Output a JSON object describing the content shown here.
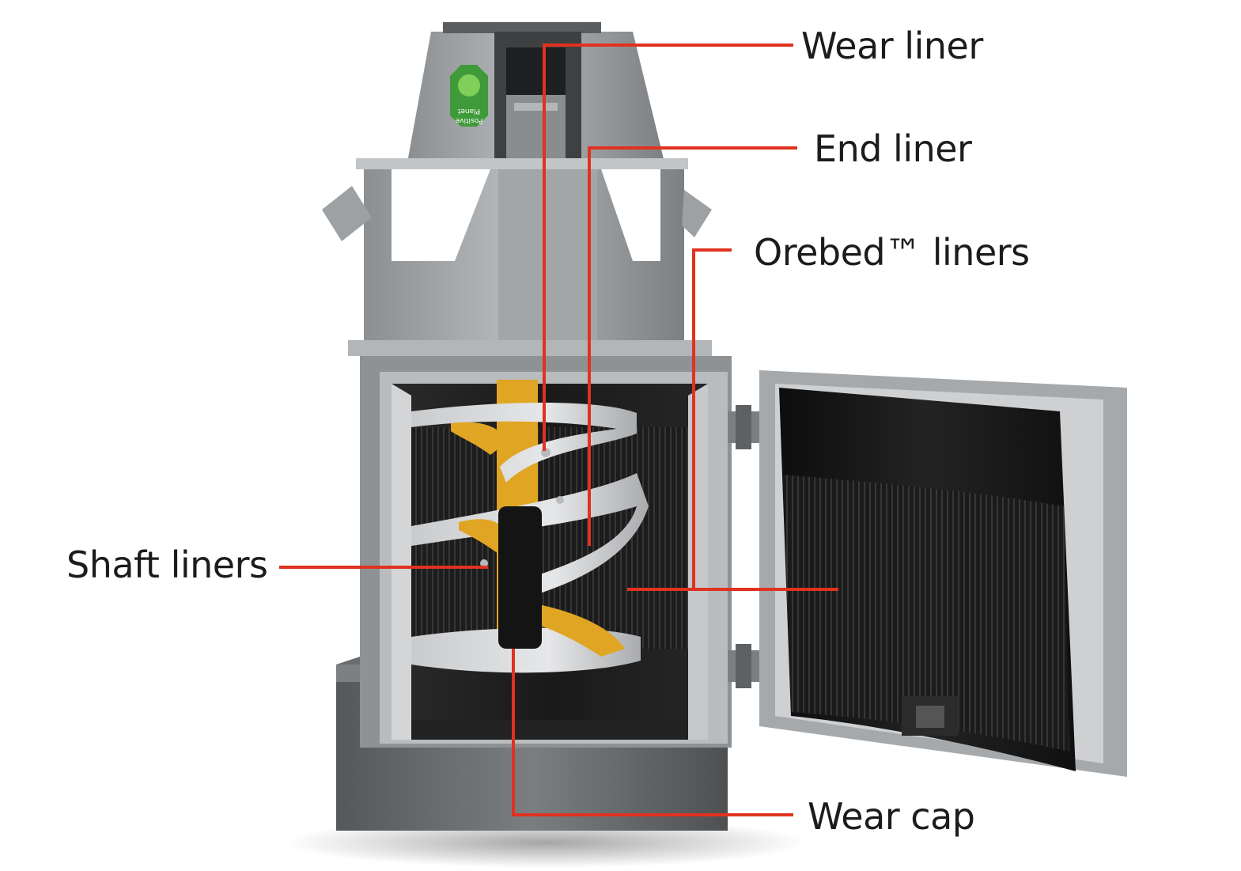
{
  "callouts": {
    "wear_liner": "Wear liner",
    "end_liner": "End liner",
    "orebed_liners": "Orebed™ liners",
    "shaft_liners": "Shaft liners",
    "wear_cap": "Wear cap"
  },
  "badge": {
    "line1": "Planet",
    "line2": "Positive"
  },
  "colors": {
    "callout_line": "#e0321e",
    "label_text": "#1c1c1c",
    "steel": "#9a9da0",
    "steel_dark": "#6e7174",
    "liner_black": "#161616",
    "screw_yellow": "#e0a523",
    "badge_green": "#3f9a3a"
  }
}
